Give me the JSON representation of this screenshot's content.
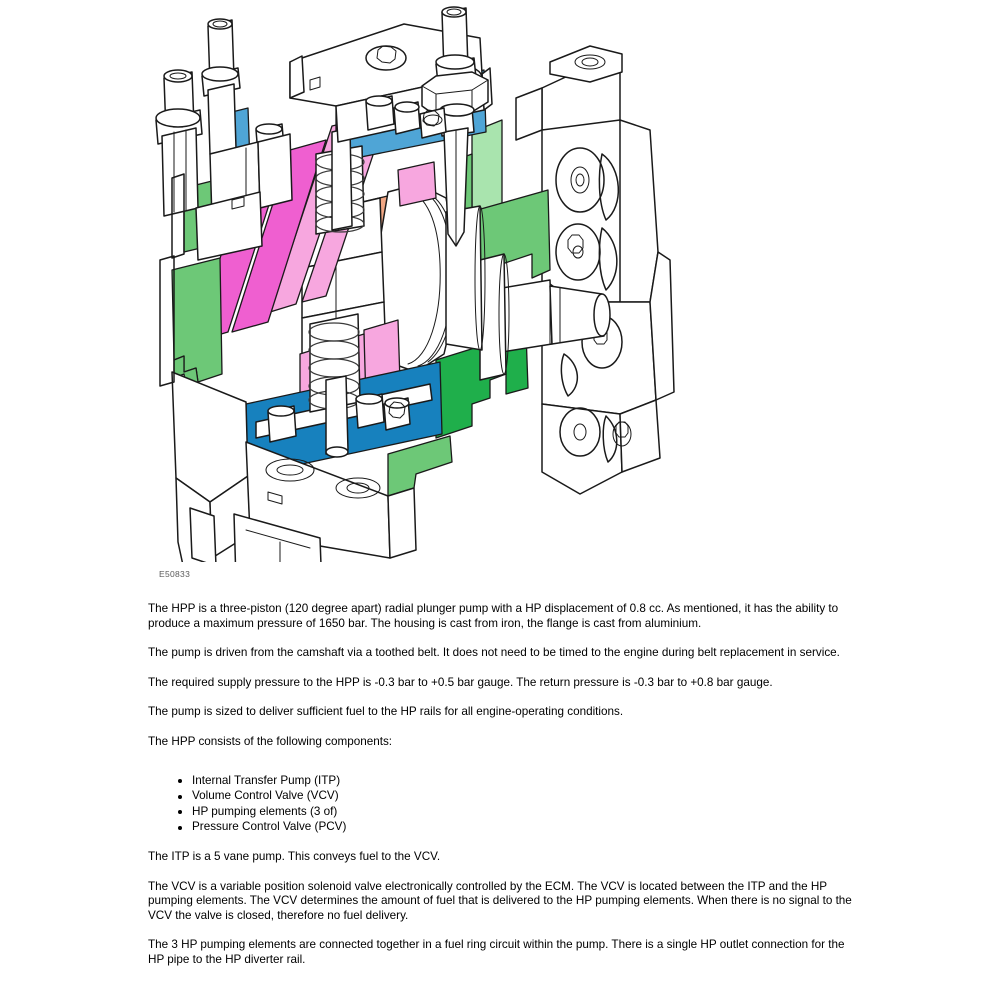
{
  "figure": {
    "id_label": "E50833",
    "alt_name": "hpp-cutaway-diagram",
    "colors": {
      "outline": "#1a1a1a",
      "body_fill": "#ffffff",
      "light_shade": "#f2f2f2",
      "blue_top": "#4FA5D6",
      "blue_bottom": "#1781BE",
      "pink_light": "#F7A7DF",
      "pink_mid": "#F47FD8",
      "magenta": "#EF5FD0",
      "green_light": "#A9E4AE",
      "green_mid": "#6DC877",
      "green_dark": "#1FAF4B",
      "salmon": "#F0A683"
    },
    "regions": [
      {
        "name": "inlet-gallery-upper",
        "color_key": "blue_top"
      },
      {
        "name": "return-gallery-lower",
        "color_key": "blue_bottom"
      },
      {
        "name": "transfer-pump-feed",
        "color_key": "pink_mid"
      },
      {
        "name": "vcv-metered-flow",
        "color_key": "magenta"
      },
      {
        "name": "hp-outlet-gallery",
        "color_key": "green_dark"
      },
      {
        "name": "hp-element-gallery",
        "color_key": "green_mid"
      },
      {
        "name": "hp-pipe-connection",
        "color_key": "green_light"
      },
      {
        "name": "cam-ring",
        "color_key": "salmon"
      }
    ]
  },
  "content": {
    "paragraphs": {
      "p1": "The HPP is a three-piston (120 degree apart) radial plunger pump with a HP displacement of 0.8 cc. As mentioned, it has the ability to produce a maximum pressure of 1650 bar. The housing is cast from iron, the flange is cast from aluminium.",
      "p2": "The pump is driven from the camshaft via a toothed belt. It does not need to be timed to the engine during belt replacement in service.",
      "p3": "The required supply pressure to the HPP is -0.3 bar to +0.5 bar gauge. The return pressure is -0.3 bar to +0.8 bar gauge.",
      "p4": "The pump is sized to deliver sufficient fuel to the HP rails for all engine-operating conditions.",
      "p5": "The HPP consists of the following components:",
      "p6": "The ITP is a 5 vane pump. This conveys fuel to the VCV.",
      "p7": "The VCV is a variable position solenoid valve electronically controlled by the ECM. The VCV is located between the ITP and the HP pumping elements. The VCV determines the amount of fuel that is delivered to the HP pumping elements. When there is no signal to the VCV the valve is closed, therefore no fuel delivery.",
      "p8": "The 3 HP pumping elements are connected together in a fuel ring circuit within the pump. There is a single HP outlet connection for the HP pipe to the HP diverter rail."
    },
    "components": [
      "Internal Transfer Pump (ITP)",
      "Volume Control Valve (VCV)",
      "HP pumping elements (3 of)",
      "Pressure Control Valve (PCV)"
    ]
  }
}
